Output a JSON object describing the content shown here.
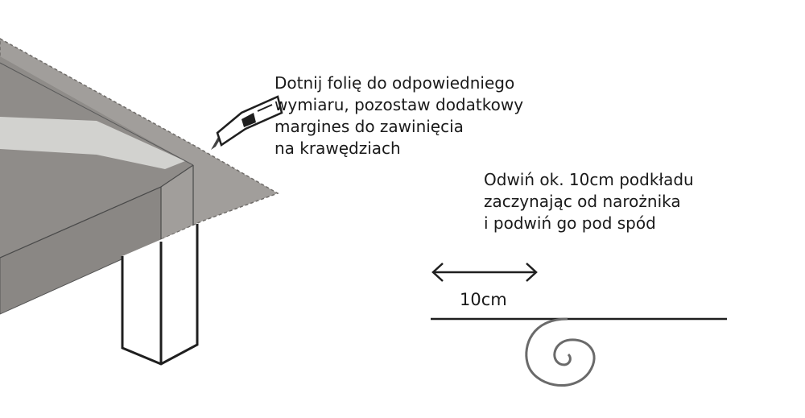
{
  "captions": {
    "cut_foil": [
      "Dotnij folię do odpowiedniego",
      "wymiaru, pozostaw dodatkowy",
      "margines do zawinięcia",
      "na krawędziach"
    ],
    "unroll_underlay": [
      "Odwiń ok. 10cm podkładu",
      "zaczynając od narożnika",
      "i podwiń go pod spód"
    ]
  },
  "dimension_label": "10cm",
  "colors": {
    "foil": "#9b9896",
    "foil_light": "#dcdcda",
    "outline": "#1f1f1f",
    "leg": "#ffffff"
  },
  "icons": {
    "cutter": "utility-knife-icon",
    "arrow": "double-arrow-icon",
    "roll": "spiral-roll-icon"
  }
}
